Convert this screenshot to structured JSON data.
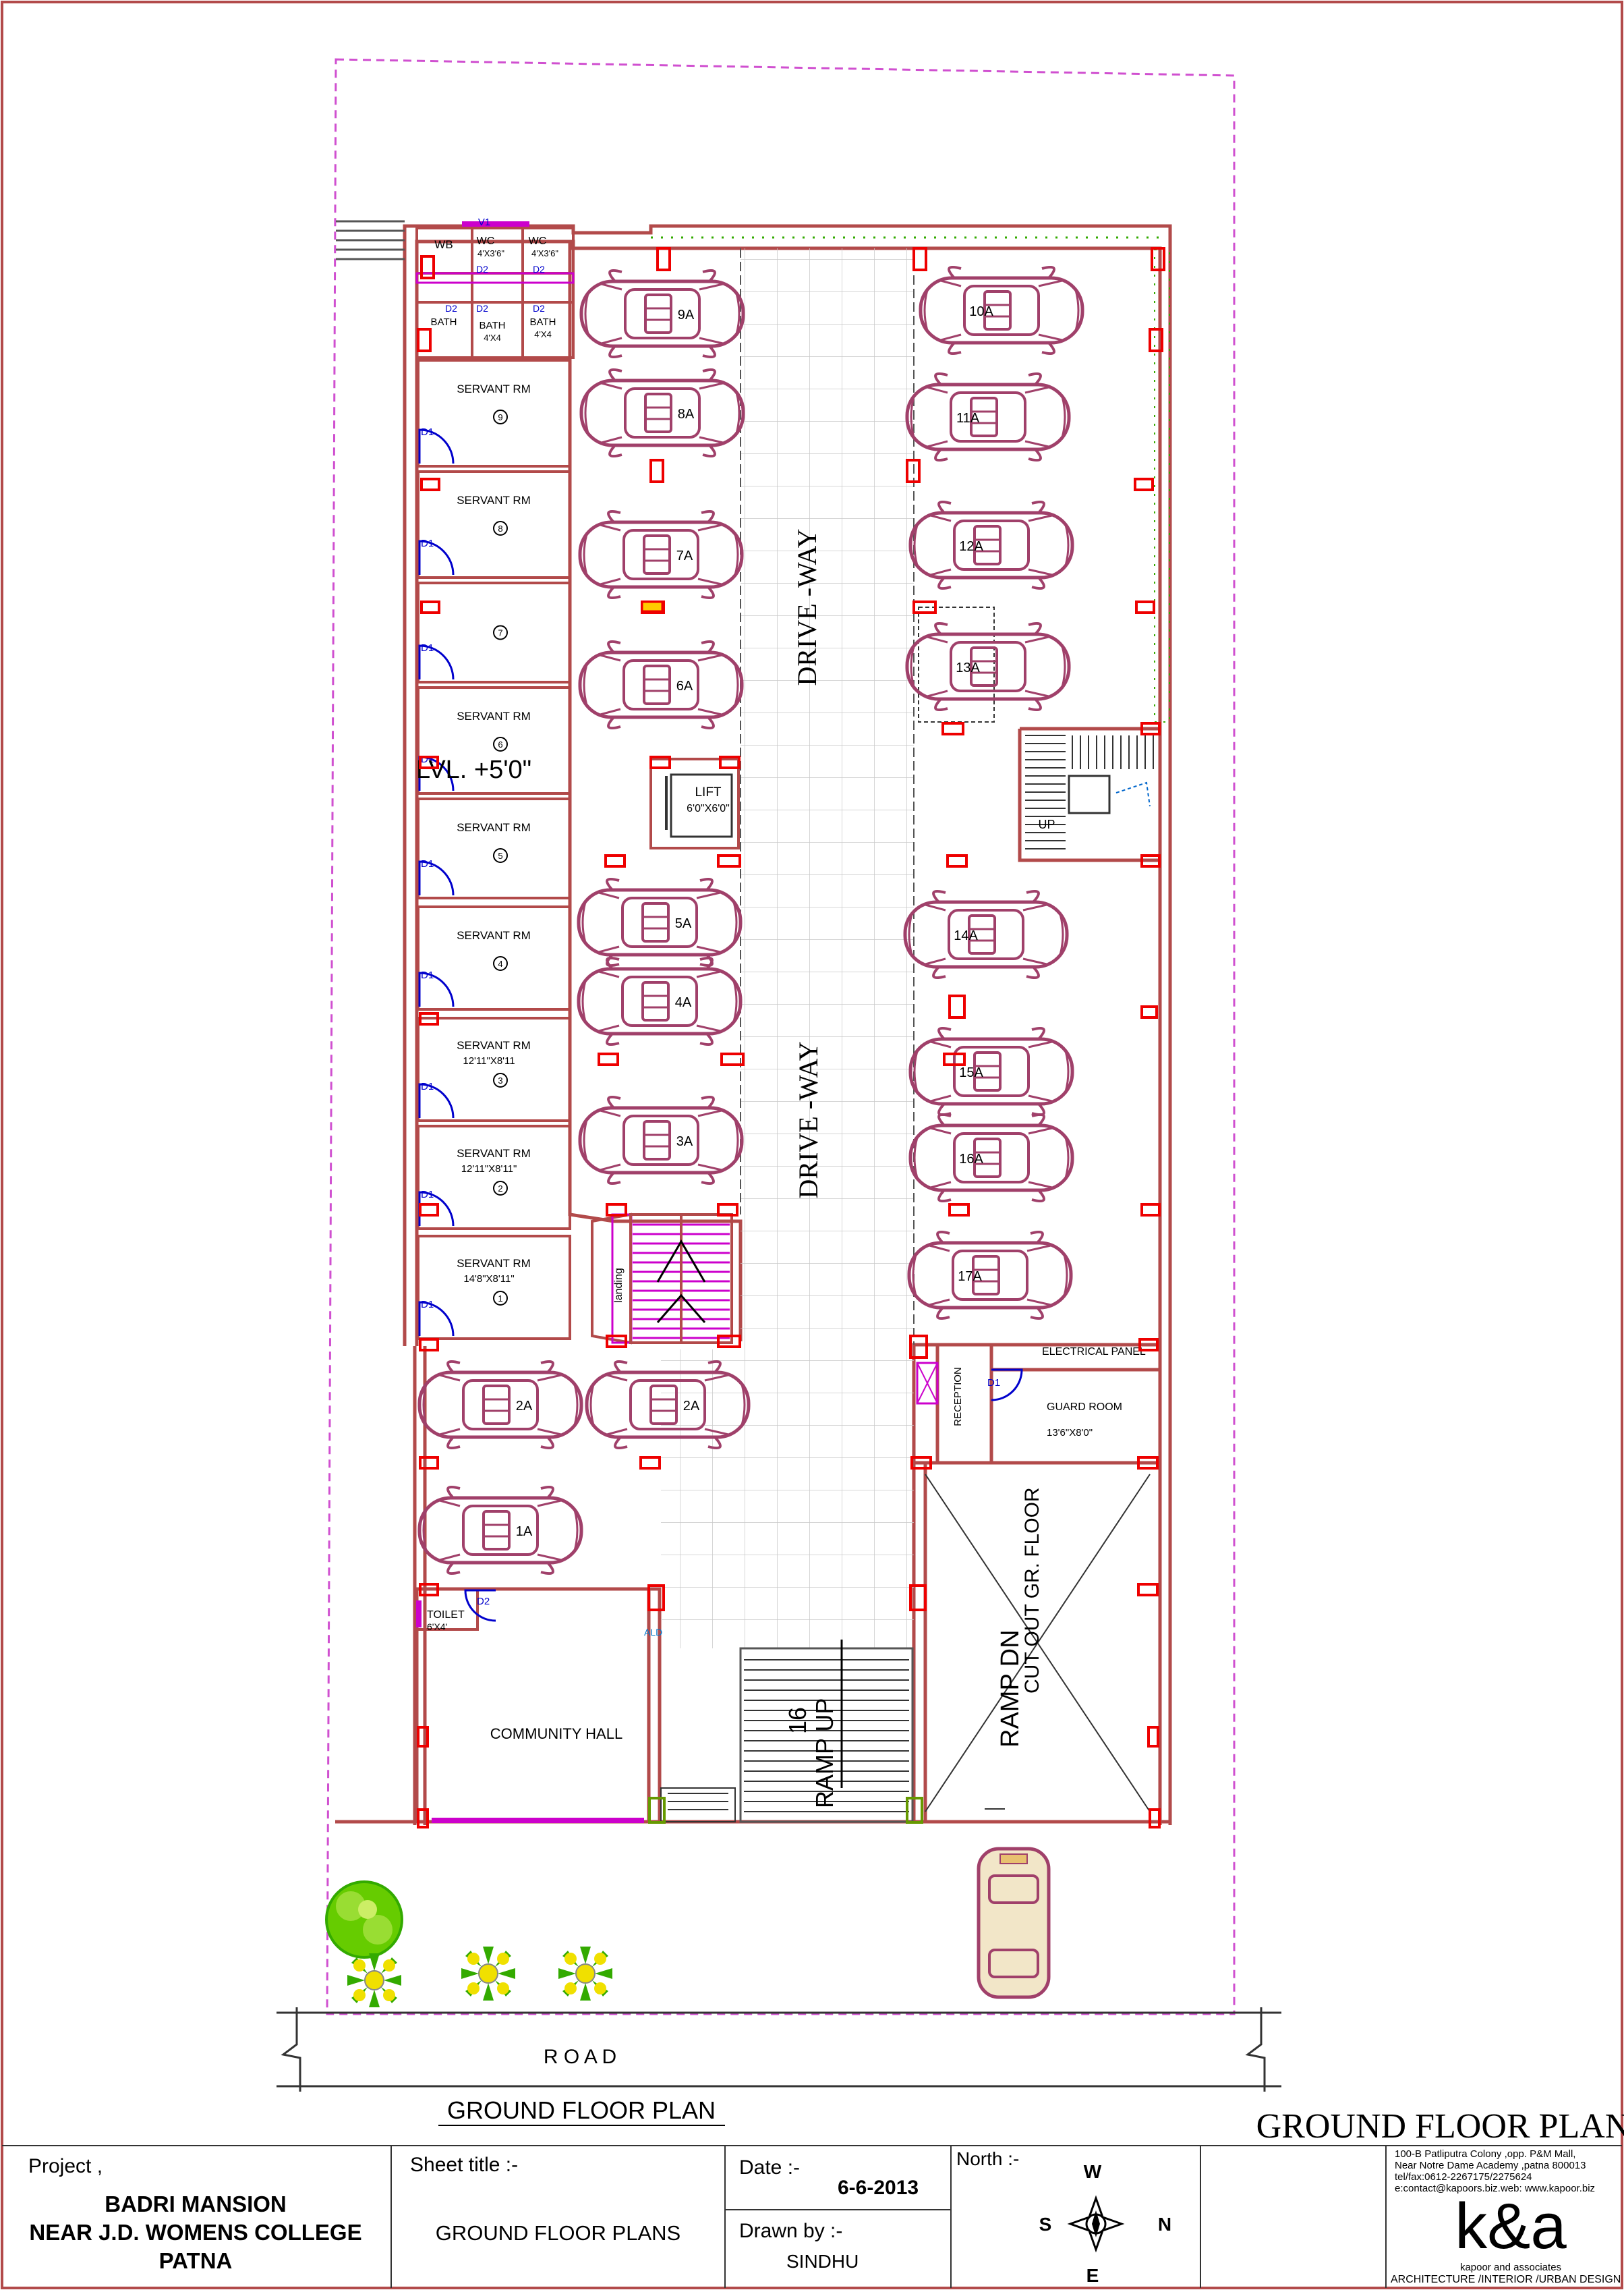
{
  "sheet_heading": "GROUND FLOOR PLAN",
  "plan_caption": "GROUND  FLOOR PLAN",
  "road_label": "R O A D",
  "driveway_label": "DRIVE -WAY",
  "level_label": "LVL. +5'0\"",
  "lift": {
    "label": "LIFT",
    "size": "6'0\"X6'0\""
  },
  "stair_up_label": "UP",
  "stair_landing_label": "landing",
  "ramp_up": {
    "count": "16",
    "label": "RAMP UP"
  },
  "ramp_dn": {
    "label": "RAMP DN",
    "cutout": "CUT OUT GR. FLOOR"
  },
  "rooms": {
    "wb": "WB",
    "wc": "WC",
    "wc_size": "4'X3'6\"",
    "bath": "BATH",
    "bath_size": "4'X4",
    "servant": "SERVANT  RM",
    "servant_3_size": "12'11\"X8'11",
    "servant_2_size": "12'11\"X8'11\"",
    "servant_1_size": "14'8\"X8'11\"",
    "toilet": "TOILET",
    "toilet_size": "6'X4'",
    "community_hall": "COMMUNITY HALL",
    "reception": "RECEPTION",
    "electrical": "ELECTRICAL PANEL",
    "guard": "GUARD ROOM",
    "guard_size": "13'6\"X8'0\""
  },
  "door_tags": {
    "d1": "D1",
    "d2": "D2",
    "v1": "V1",
    "ald": "ALD"
  },
  "servant_numbers": [
    "9",
    "8",
    "7",
    "6",
    "5",
    "4",
    "3",
    "2",
    "1"
  ],
  "cars": [
    "9A",
    "8A",
    "7A",
    "6A",
    "5A",
    "4A",
    "3A",
    "10A",
    "11A",
    "12A",
    "13A",
    "14A",
    "15A",
    "16A",
    "17A",
    "2A",
    "2A",
    "1A"
  ],
  "title_block": {
    "project_label": "Project ,",
    "project_name": "BADRI  MANSION",
    "project_location": "NEAR J.D. WOMENS COLLEGE",
    "project_city": "PATNA",
    "sheet_title_label": "Sheet title :-",
    "sheet_title": "GROUND  FLOOR PLANS",
    "date_label": "Date :-",
    "date_value": "6-6-2013",
    "drawn_by_label": "Drawn by :-",
    "drawn_by_value": "SINDHU",
    "north_label": "North  :-",
    "compass": {
      "w": "W",
      "s": "S",
      "n": "N",
      "e": "E"
    },
    "firm_address_1": "100-B Patliputra Colony ,opp. P&M Mall,",
    "firm_address_2": "Near Notre Dame Academy ,patna 800013",
    "firm_phone": "tel/fax:0612-2267175/2275624",
    "firm_contact": "e:contact@kapoors.biz.web:  www.kapoor.biz",
    "firm_logo": "k&a",
    "firm_name": "kapoor and associates",
    "firm_services": "ARCHITECTURE /INTERIOR /URBAN DESIGN"
  },
  "colors": {
    "wall": "#b24a4a",
    "car": "#a0406a",
    "column": "#ee0000",
    "plot_line": "#d050d0",
    "door": "#0000cc",
    "window": "#cc00cc",
    "landscape_green": "#33aa00",
    "flower_yellow": "#f0e000"
  }
}
